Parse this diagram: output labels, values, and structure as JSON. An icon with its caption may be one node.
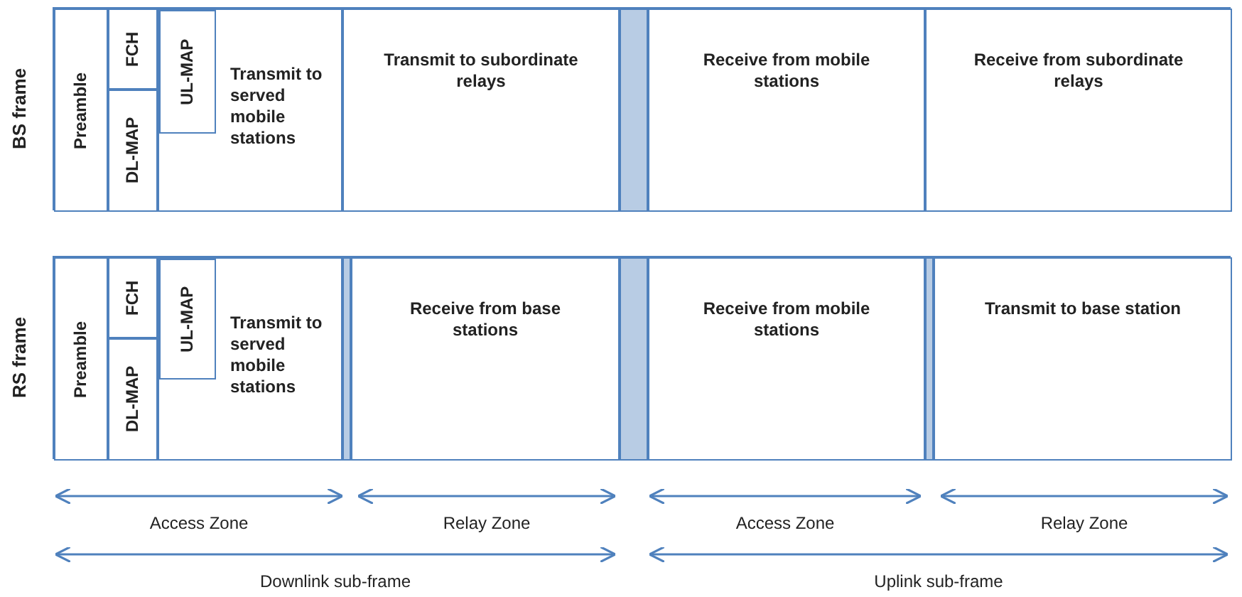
{
  "diagram": {
    "nodes": [
      {
        "text": [
          "BS frame"
        ]
      },
      {
        "text": [
          "Preamble"
        ],
        "in": 0
      },
      {
        "text": [
          "FCH"
        ],
        "in": 0
      },
      {
        "text": [
          "DL-MAP"
        ],
        "in": 0
      },
      {
        "text": [
          "Transmit to served mobile stations"
        ],
        "in": 0
      },
      {
        "text": [
          "UL-MAP"
        ],
        "in": 4
      },
      {
        "text": [
          "Transmit to subordinate relays"
        ],
        "in": 0
      },
      {
        "text": [],
        "shape": "bar",
        "in": 0
      },
      {
        "text": [
          "Receive from mobile stations"
        ],
        "in": 0
      },
      {
        "text": [
          "Receive from subordinate relays"
        ],
        "in": 0
      },
      {
        "text": [
          "RS frame"
        ]
      },
      {
        "text": [
          "Preamble"
        ],
        "in": 10
      },
      {
        "text": [
          "FCH"
        ],
        "in": 10
      },
      {
        "text": [
          "DL-MAP"
        ],
        "in": 10
      },
      {
        "text": [
          "Transmit to served mobile stations"
        ],
        "in": 10
      },
      {
        "text": [
          "UL-MAP"
        ],
        "in": 14
      },
      {
        "text": [],
        "shape": "bar",
        "in": 10
      },
      {
        "text": [
          "Receive from base stations"
        ],
        "in": 10
      },
      {
        "text": [],
        "shape": "bar",
        "in": 10
      },
      {
        "text": [
          "Receive from mobile stations"
        ],
        "in": 10
      },
      {
        "text": [],
        "shape": "bar",
        "in": 10
      },
      {
        "text": [
          "Transmit to base station"
        ],
        "in": 10
      }
    ],
    "edges": [],
    "labels": [
      "Access Zone",
      "Relay Zone",
      "Access Zone",
      "Relay Zone",
      "Downlink sub-frame",
      "Uplink sub-frame"
    ]
  }
}
